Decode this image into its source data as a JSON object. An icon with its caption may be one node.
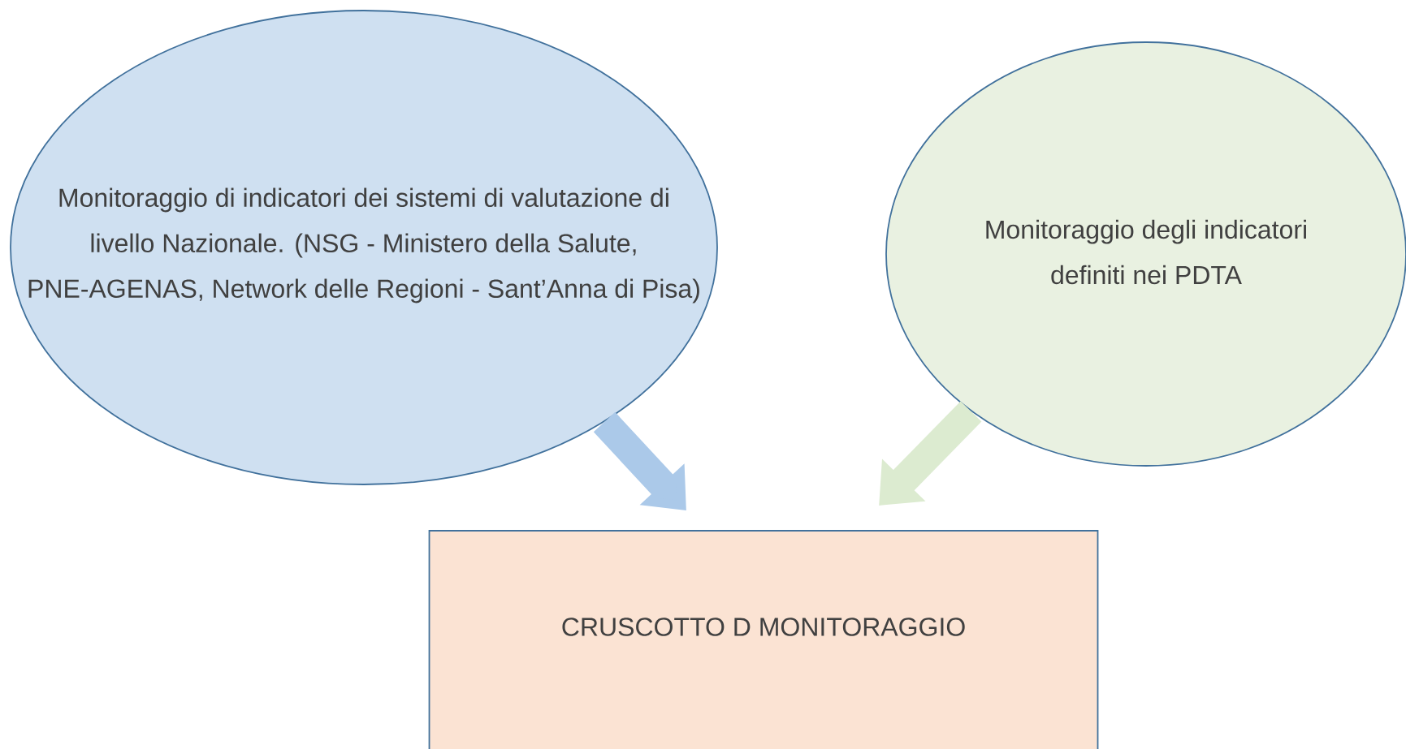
{
  "diagram": {
    "nodes": [
      {
        "text": [
          "Monitoraggio di indicatori dei sistemi di valutazione di livello Nazionale.  (NSG - Ministero della Salute, PNE-AGENAS, Network delle Regioni - Sant’Anna di Pisa)"
        ]
      },
      {
        "text": [
          "Monitoraggio degli indicatori definiti nei PDTA"
        ]
      },
      {
        "text": [
          "CRUSCOTTO D MONITORAGGIO"
        ]
      }
    ],
    "edges": [
      {
        "from": 0,
        "to": 2,
        "arrow": "to",
        "color": "#abc9e9"
      },
      {
        "from": 1,
        "to": 2,
        "arrow": "to",
        "color": "#dcebd0"
      }
    ]
  }
}
